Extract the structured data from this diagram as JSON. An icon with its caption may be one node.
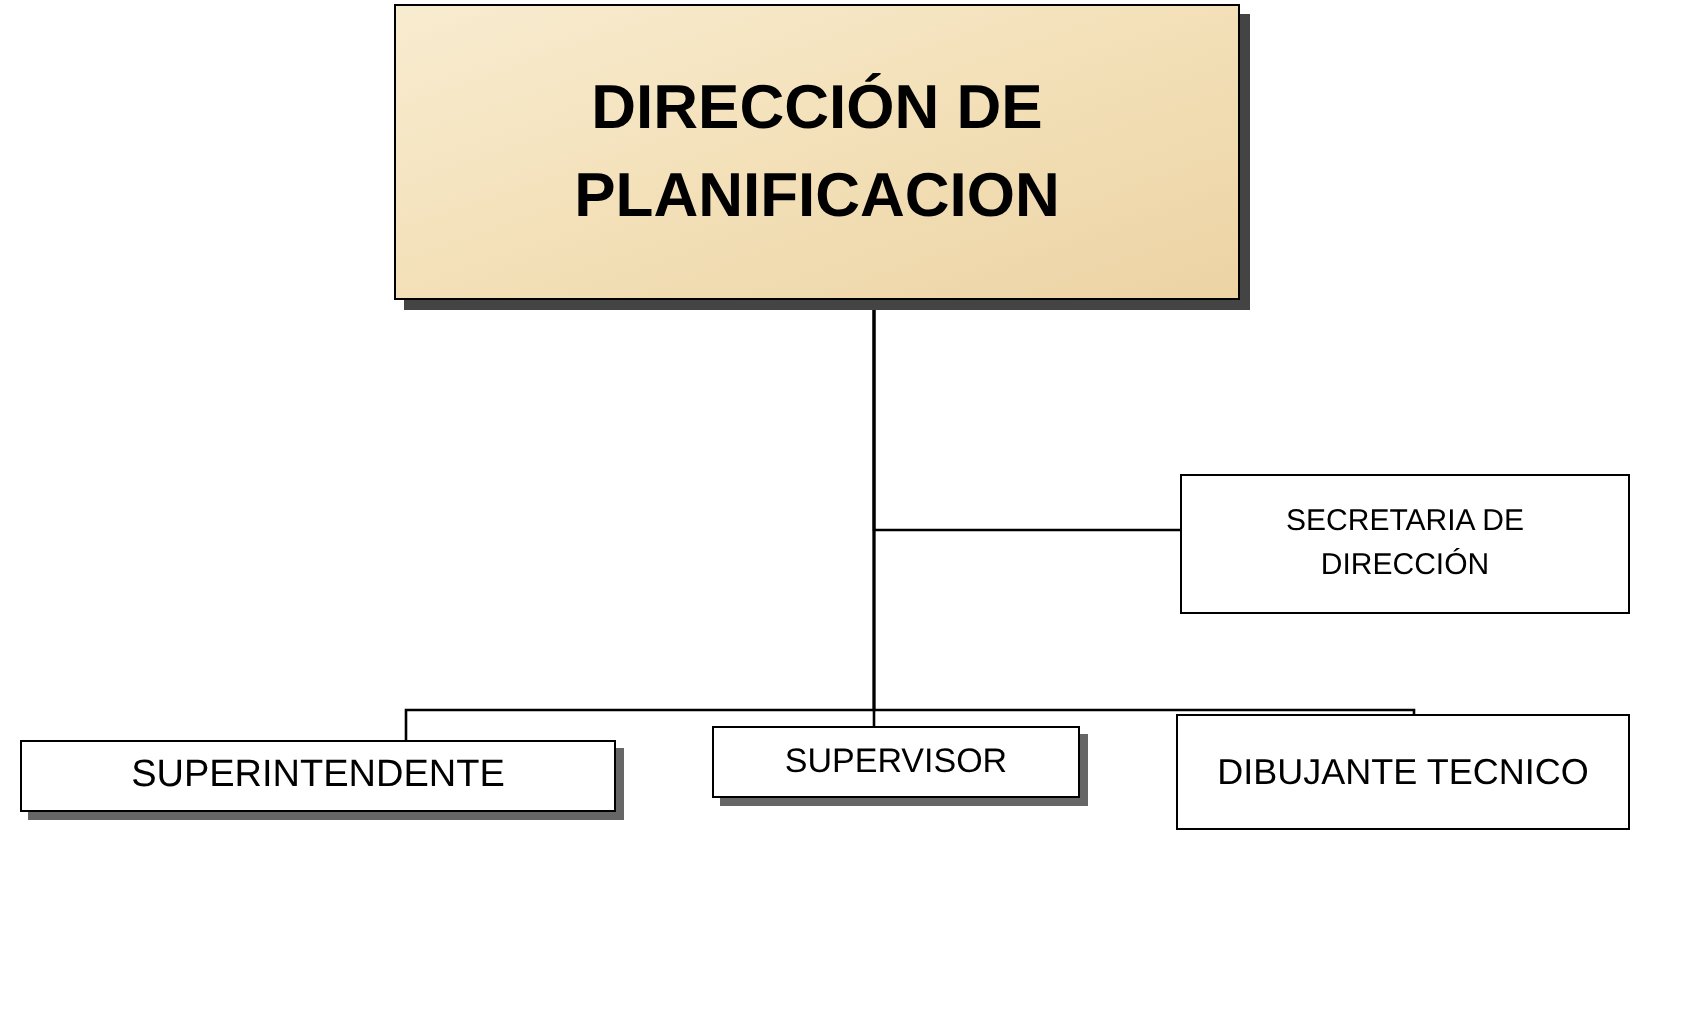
{
  "diagram": {
    "nodes": [
      {
        "text": [
          "DIRECCIÓN DE PLANIFICACION"
        ]
      },
      {
        "text": [
          "SECRETARIA DE DIRECCIÓN"
        ]
      },
      {
        "text": [
          "SUPERINTENDENTE"
        ]
      },
      {
        "text": [
          "SUPERVISOR"
        ]
      },
      {
        "text": [
          "DIBUJANTE TECNICO"
        ]
      }
    ],
    "edges": [
      {
        "from": 0,
        "to": 1,
        "arrow": "none"
      },
      {
        "from": 0,
        "to": 2,
        "arrow": "none"
      },
      {
        "from": 0,
        "to": 3,
        "arrow": "none"
      },
      {
        "from": 0,
        "to": 4,
        "arrow": "none"
      }
    ]
  }
}
